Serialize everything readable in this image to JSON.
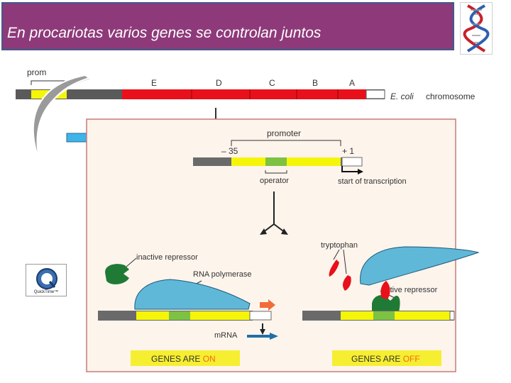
{
  "slide": {
    "title": "En procariotas varios genes se controlan juntos"
  },
  "chromosome": {
    "promoter_label_partial": "prom",
    "genes": [
      "E",
      "D",
      "C",
      "B",
      "A"
    ],
    "label_species": "E. coli",
    "label_chromosome": "chromosome"
  },
  "inset": {
    "promoter_label": "promoter",
    "minus35_label": "– 35",
    "plus1_label": "+ 1",
    "operator_label": "operator",
    "start_label": "start of transcription",
    "inactive_repressor_label": "inactive repressor",
    "rna_polymerase_label": "RNA polymerase",
    "tryptophan_label": "tryptophan",
    "active_repressor_label": "active repressor",
    "mrna_label": "mRNA",
    "genes_on_prefix": "GENES ARE ",
    "genes_on_state": "ON",
    "genes_off_prefix": "GENES ARE ",
    "genes_off_state": "OFF"
  },
  "quicktime": {
    "label": "QuickTime™"
  },
  "colors": {
    "title_bg": "#8e3a7a",
    "gene_red": "#e8101a",
    "promoter_yellow": "#f5f50a",
    "operator_green": "#7dc242",
    "repressor_green": "#1f7a35",
    "polymerase_blue": "#5fb8d8",
    "arrow_orange": "#f26b3a",
    "state_orange": "#f26b1a",
    "label_box_yellow": "#f6ee30"
  }
}
